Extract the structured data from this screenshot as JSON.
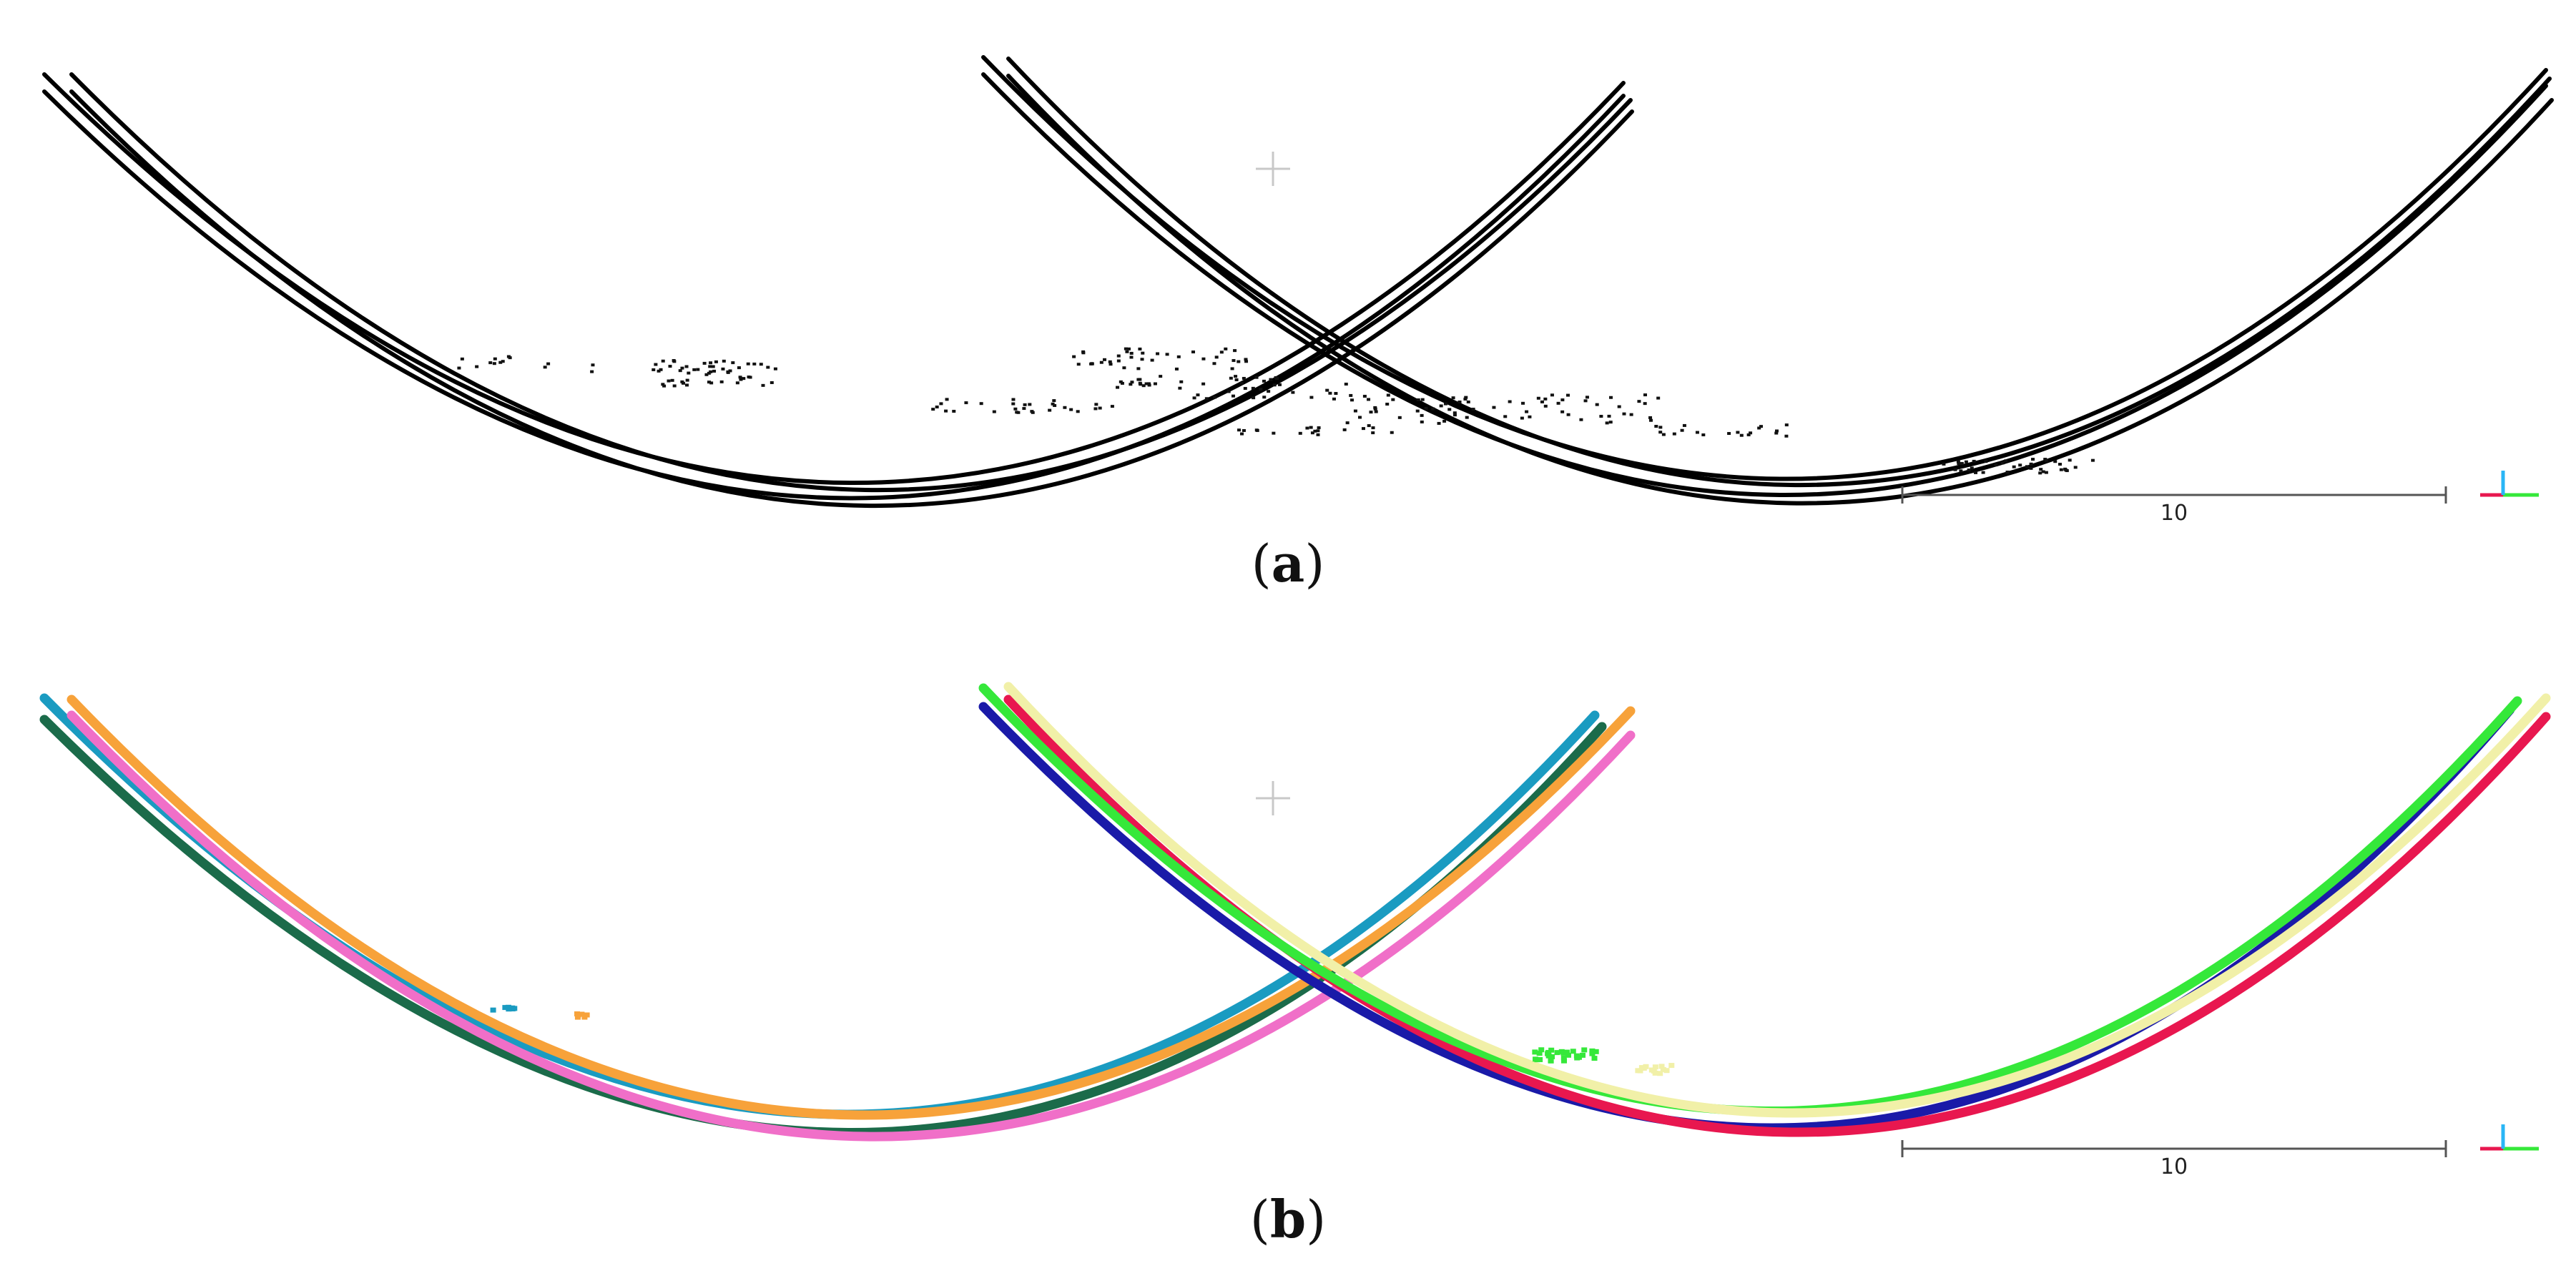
{
  "panels": [
    {
      "id": "a",
      "caption_letter": "a",
      "style": "monochrome",
      "scale_bar_label": "10",
      "curve_colors": [
        "#000000",
        "#000000",
        "#000000",
        "#000000",
        "#000000",
        "#000000",
        "#000000",
        "#000000"
      ]
    },
    {
      "id": "b",
      "caption_letter": "b",
      "style": "segmented",
      "scale_bar_label": "10",
      "curve_colors": [
        "#1a9bc1",
        "#1b6b4a",
        "#f06fc8",
        "#f7a23a",
        "#1a1aa8",
        "#e8174f",
        "#35e83a",
        "#f1f0a8"
      ]
    }
  ],
  "axis_colors": {
    "x": "#e8174f",
    "y": "#35e83a",
    "z": "#29b6f6"
  },
  "point_color": "#111111"
}
